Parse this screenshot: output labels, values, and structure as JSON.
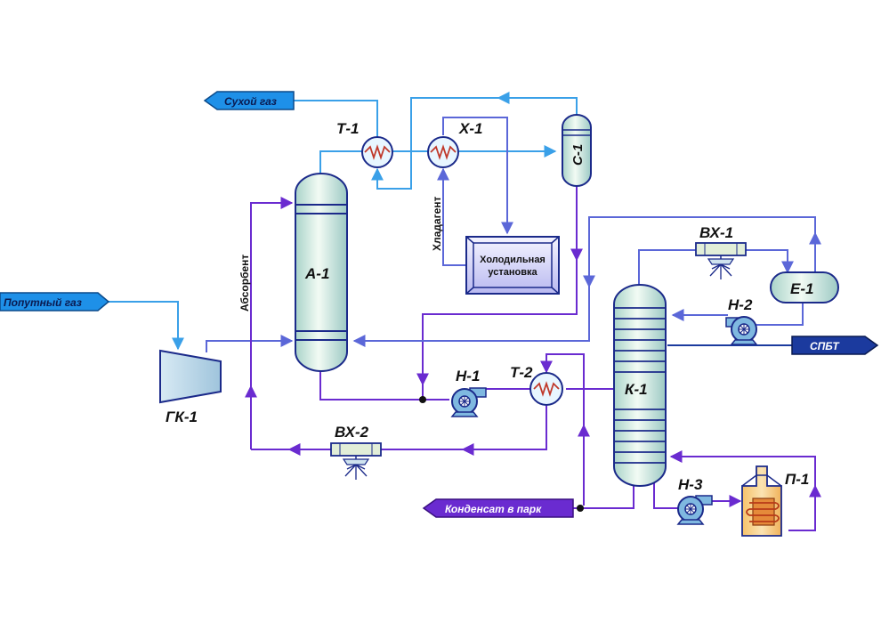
{
  "colors": {
    "light_blue": "#3aa0e8",
    "steel_blue": "#5b67d8",
    "purple": "#6a2bd0",
    "vessel_fill": "#dff0e6",
    "tag_fill_blue": "#1e90e8",
    "tag_fill_navy": "#1b3a9e",
    "tag_fill_purple": "#6a2bd0"
  },
  "streams": {
    "inlet_gas": "Попутный газ",
    "dry_gas": "Сухой газ",
    "condensate": "Конденсат в парк",
    "spbt": "СПБТ",
    "absorbent": "Абсорбент",
    "refrigerant": "Хладагент"
  },
  "equipment": {
    "gk1": "ГК-1",
    "a1": "А-1",
    "t1": "Т-1",
    "x1": "Х-1",
    "c1": "С-1",
    "refrigeration_unit_line1": "Холодильная",
    "refrigeration_unit_line2": "установка",
    "k1": "К-1",
    "vx1": "ВХ-1",
    "e1": "Е-1",
    "n1": "Н-1",
    "n2": "Н-2",
    "n3": "Н-3",
    "t2": "Т-2",
    "vx2": "ВХ-2",
    "p1": "П-1"
  }
}
